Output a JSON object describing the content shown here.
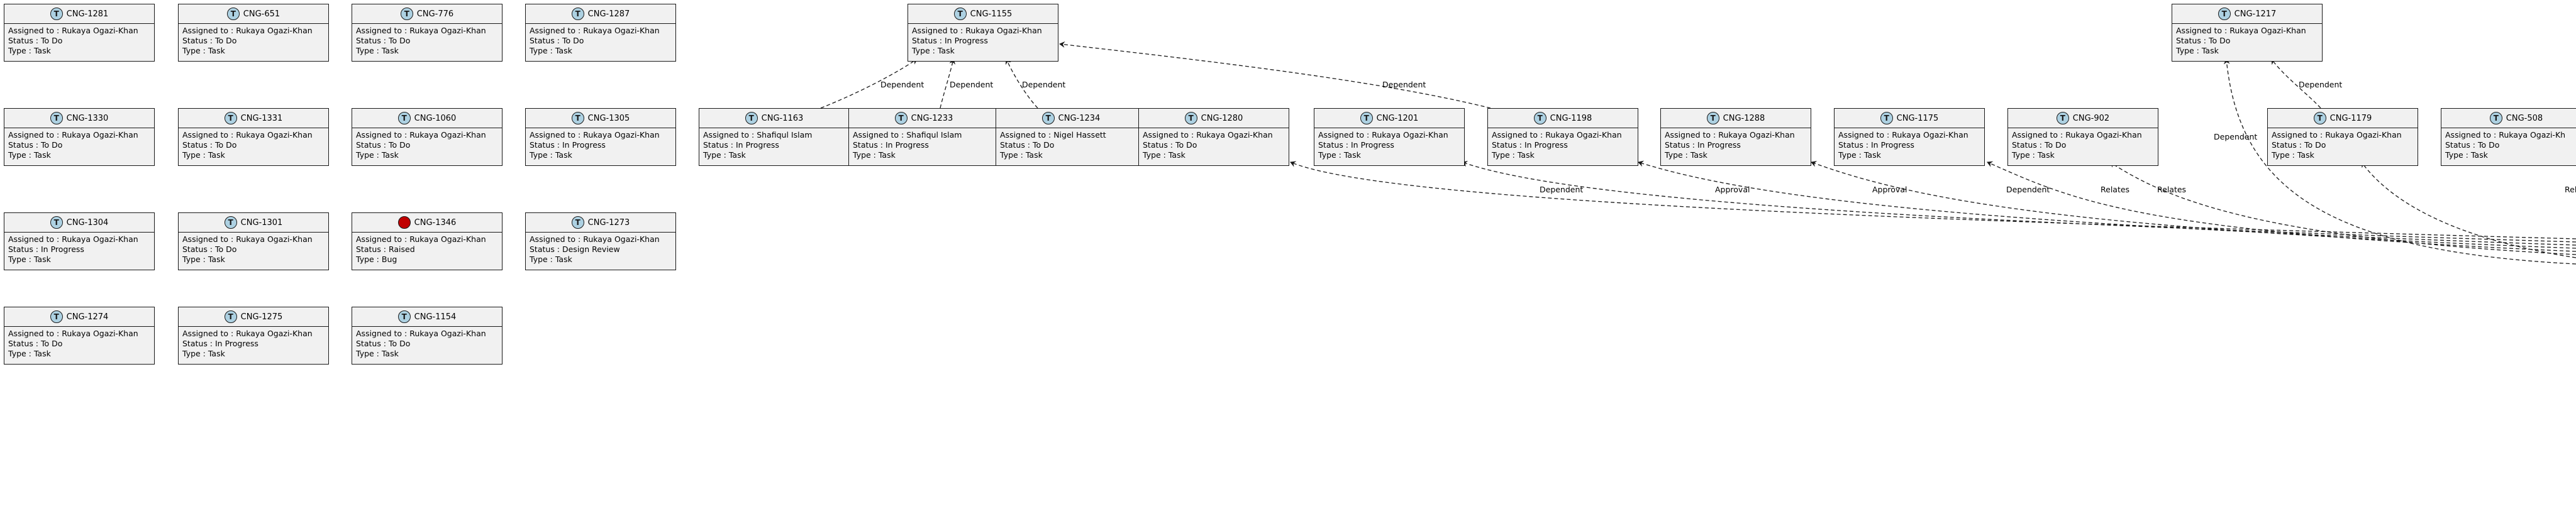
{
  "colors": {
    "task_badge": "#add1e2",
    "bug_badge": "#c00000",
    "card_bg": "#f1f1f1",
    "border": "#181818"
  },
  "cards": [
    {
      "id": "CNG-1281",
      "assignee": "Assigned to : Rukaya Ogazi-Khan",
      "status": "Status : To Do",
      "type": "Type : Task",
      "badge": "T",
      "kind": "task"
    },
    {
      "id": "CNG-651",
      "assignee": "Assigned to : Rukaya Ogazi-Khan",
      "status": "Status : To Do",
      "type": "Type : Task",
      "badge": "T",
      "kind": "task"
    },
    {
      "id": "CNG-776",
      "assignee": "Assigned to : Rukaya Ogazi-Khan",
      "status": "Status : To Do",
      "type": "Type : Task",
      "badge": "T",
      "kind": "task"
    },
    {
      "id": "CNG-1287",
      "assignee": "Assigned to : Rukaya Ogazi-Khan",
      "status": "Status : To Do",
      "type": "Type : Task",
      "badge": "T",
      "kind": "task"
    },
    {
      "id": "CNG-1155",
      "assignee": "Assigned to : Rukaya Ogazi-Khan",
      "status": "Status : In Progress",
      "type": "Type : Task",
      "badge": "T",
      "kind": "task"
    },
    {
      "id": "CNG-1217",
      "assignee": "Assigned to : Rukaya Ogazi-Khan",
      "status": "Status : To Do",
      "type": "Type : Task",
      "badge": "T",
      "kind": "task"
    },
    {
      "id": "CNG-1330",
      "assignee": "Assigned to : Rukaya Ogazi-Khan",
      "status": "Status : To Do",
      "type": "Type : Task",
      "badge": "T",
      "kind": "task"
    },
    {
      "id": "CNG-1331",
      "assignee": "Assigned to : Rukaya Ogazi-Khan",
      "status": "Status : To Do",
      "type": "Type : Task",
      "badge": "T",
      "kind": "task"
    },
    {
      "id": "CNG-1060",
      "assignee": "Assigned to : Rukaya Ogazi-Khan",
      "status": "Status : To Do",
      "type": "Type : Task",
      "badge": "T",
      "kind": "task"
    },
    {
      "id": "CNG-1305",
      "assignee": "Assigned to : Rukaya Ogazi-Khan",
      "status": "Status : In Progress",
      "type": "Type : Task",
      "badge": "T",
      "kind": "task"
    },
    {
      "id": "CNG-1163",
      "assignee": "Assigned to : Shafiqul Islam",
      "status": "Status : In Progress",
      "type": "Type : Task",
      "badge": "T",
      "kind": "task"
    },
    {
      "id": "CNG-1233",
      "assignee": "Assigned to : Shafiqul Islam",
      "status": "Status : In Progress",
      "type": "Type : Task",
      "badge": "T",
      "kind": "task"
    },
    {
      "id": "CNG-1234",
      "assignee": "Assigned to : Nigel Hassett",
      "status": "Status : To Do",
      "type": "Type : Task",
      "badge": "T",
      "kind": "task"
    },
    {
      "id": "CNG-1280",
      "assignee": "Assigned to : Rukaya Ogazi-Khan",
      "status": "Status : To Do",
      "type": "Type : Task",
      "badge": "T",
      "kind": "task"
    },
    {
      "id": "CNG-1201",
      "assignee": "Assigned to : Rukaya Ogazi-Khan",
      "status": "Status : In Progress",
      "type": "Type : Task",
      "badge": "T",
      "kind": "task"
    },
    {
      "id": "CNG-1198",
      "assignee": "Assigned to : Rukaya Ogazi-Khan",
      "status": "Status : In Progress",
      "type": "Type : Task",
      "badge": "T",
      "kind": "task"
    },
    {
      "id": "CNG-1288",
      "assignee": "Assigned to : Rukaya Ogazi-Khan",
      "status": "Status : In Progress",
      "type": "Type : Task",
      "badge": "T",
      "kind": "task"
    },
    {
      "id": "CNG-1175",
      "assignee": "Assigned to : Rukaya Ogazi-Khan",
      "status": "Status : In Progress",
      "type": "Type : Task",
      "badge": "T",
      "kind": "task"
    },
    {
      "id": "CNG-902",
      "assignee": "Assigned to : Rukaya Ogazi-Khan",
      "status": "Status : To Do",
      "type": "Type : Task",
      "badge": "T",
      "kind": "task"
    },
    {
      "id": "CNG-1179",
      "assignee": "Assigned to : Rukaya Ogazi-Khan",
      "status": "Status : To Do",
      "type": "Type : Task",
      "badge": "T",
      "kind": "task"
    },
    {
      "id": "CNG-508",
      "assignee": "Assigned to : Rukaya Ogazi-Kh",
      "status": "Status : To Do",
      "type": "Type : Task",
      "badge": "T",
      "kind": "task"
    },
    {
      "id": "CNG-1304",
      "assignee": "Assigned to : Rukaya Ogazi-Khan",
      "status": "Status : In Progress",
      "type": "Type : Task",
      "badge": "T",
      "kind": "task"
    },
    {
      "id": "CNG-1301",
      "assignee": "Assigned to : Rukaya Ogazi-Khan",
      "status": "Status : To Do",
      "type": "Type : Task",
      "badge": "T",
      "kind": "task"
    },
    {
      "id": "CNG-1346",
      "assignee": "Assigned to : Rukaya Ogazi-Khan",
      "status": "Status : Raised",
      "type": "Type : Bug",
      "badge": "B",
      "kind": "bug"
    },
    {
      "id": "CNG-1273",
      "assignee": "Assigned to : Rukaya Ogazi-Khan",
      "status": "Status : Design Review",
      "type": "Type : Task",
      "badge": "T",
      "kind": "task"
    },
    {
      "id": "CNG-1274",
      "assignee": "Assigned to : Rukaya Ogazi-Khan",
      "status": "Status : To Do",
      "type": "Type : Task",
      "badge": "T",
      "kind": "task"
    },
    {
      "id": "CNG-1275",
      "assignee": "Assigned to : Rukaya Ogazi-Khan",
      "status": "Status : In Progress",
      "type": "Type : Task",
      "badge": "T",
      "kind": "task"
    },
    {
      "id": "CNG-1154",
      "assignee": "Assigned to : Rukaya Ogazi-Khan",
      "status": "Status : To Do",
      "type": "Type : Task",
      "badge": "T",
      "kind": "task"
    }
  ],
  "edge_labels": [
    "Dependent",
    "Dependent",
    "Dependent",
    "Dependent",
    "Dependent",
    "Dependent",
    "Dependent",
    "Approval",
    "Approval",
    "Dependent",
    "Relates",
    "Relates",
    "Relates"
  ]
}
